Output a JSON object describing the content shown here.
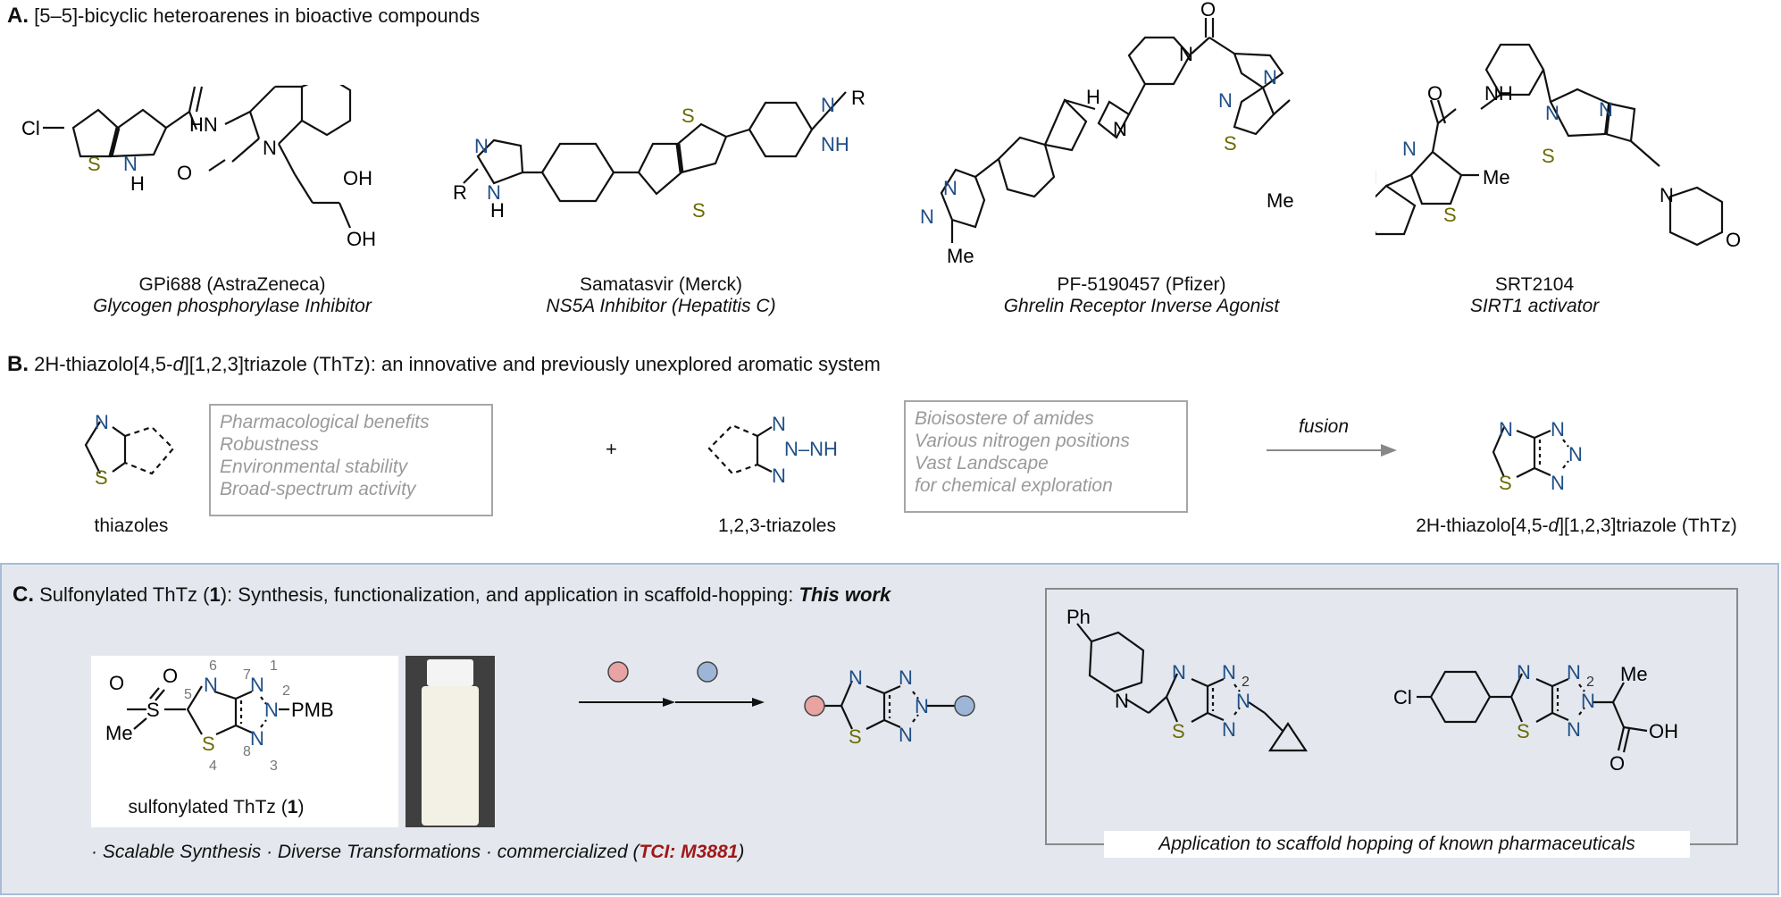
{
  "panelA": {
    "letter": "A.",
    "title": "[5–5]-bicyclic heteroarenes in bioactive compounds",
    "compounds": [
      {
        "name": "GPi688 (AstraZeneca)",
        "activity": "Glycogen phosphorylase Inhibitor"
      },
      {
        "name": "Samatasvir (Merck)",
        "activity": "NS5A Inhibitor (Hepatitis C)"
      },
      {
        "name": "PF-5190457 (Pfizer)",
        "activity": "Ghrelin Receptor Inverse Agonist"
      },
      {
        "name": "SRT2104",
        "activity": "SIRT1 activator"
      }
    ]
  },
  "panelB": {
    "letter": "B.",
    "title_pre": "2H-thiazolo[4,5-",
    "title_d": "d",
    "title_post": "][1,2,3]triazole (ThTz): an innovative and previously unexplored aromatic system",
    "thiazole_label": "thiazoles",
    "thiazole_benefits": [
      "Pharmacological benefits",
      "Robustness",
      "Environmental stability",
      "Broad-spectrum activity"
    ],
    "plus": "+",
    "triazole_label": "1,2,3-triazoles",
    "triazole_benefits": [
      "Bioisostere of amides",
      "Various nitrogen positions",
      "Vast Landscape",
      "for chemical  exploration"
    ],
    "arrow_label": "fusion",
    "product_pre": "2H-thiazolo[4,5-",
    "product_d": "d",
    "product_post": "][1,2,3]triazole (ThTz)"
  },
  "panelC": {
    "letter": "C.",
    "title_pre": "Sulfonylated ThTz (",
    "title_num": "1",
    "title_mid": "): Synthesis, functionalization, and application in scaffold-hopping: ",
    "title_em": "This work",
    "compound_label_pre": "sulfonylated ThTz (",
    "compound_label_num": "1",
    "compound_label_post": ")",
    "bullets_text": "· Scalable Synthesis   · Diverse Transformations · commercialized (",
    "tci_text": "TCI: M3881",
    "bullets_close": ")",
    "application_caption": "Application to scaffold hopping of known pharmaceuticals"
  },
  "colors": {
    "nitrogen": "#1f4e86",
    "sulfur": "#6b6b00",
    "red_circle": "#e8a3a3",
    "blue_circle": "#9db6d8",
    "tci": "#a01818",
    "panel_bg": "#e4e8ee",
    "panel_border": "#a9bbd6"
  },
  "atoms": {
    "Cl": "Cl",
    "S": "S",
    "N": "N",
    "H": "H",
    "NH": "NH",
    "HN": "HN",
    "O": "O",
    "OH": "OH",
    "R": "R",
    "Me": "Me",
    "Ph": "Ph",
    "PMB": "PMB",
    "NNH": "N–NH",
    "n1": "1",
    "n2": "2",
    "n3": "3",
    "n4": "4",
    "n5": "5",
    "n6": "6",
    "n7": "7",
    "n8": "8"
  }
}
